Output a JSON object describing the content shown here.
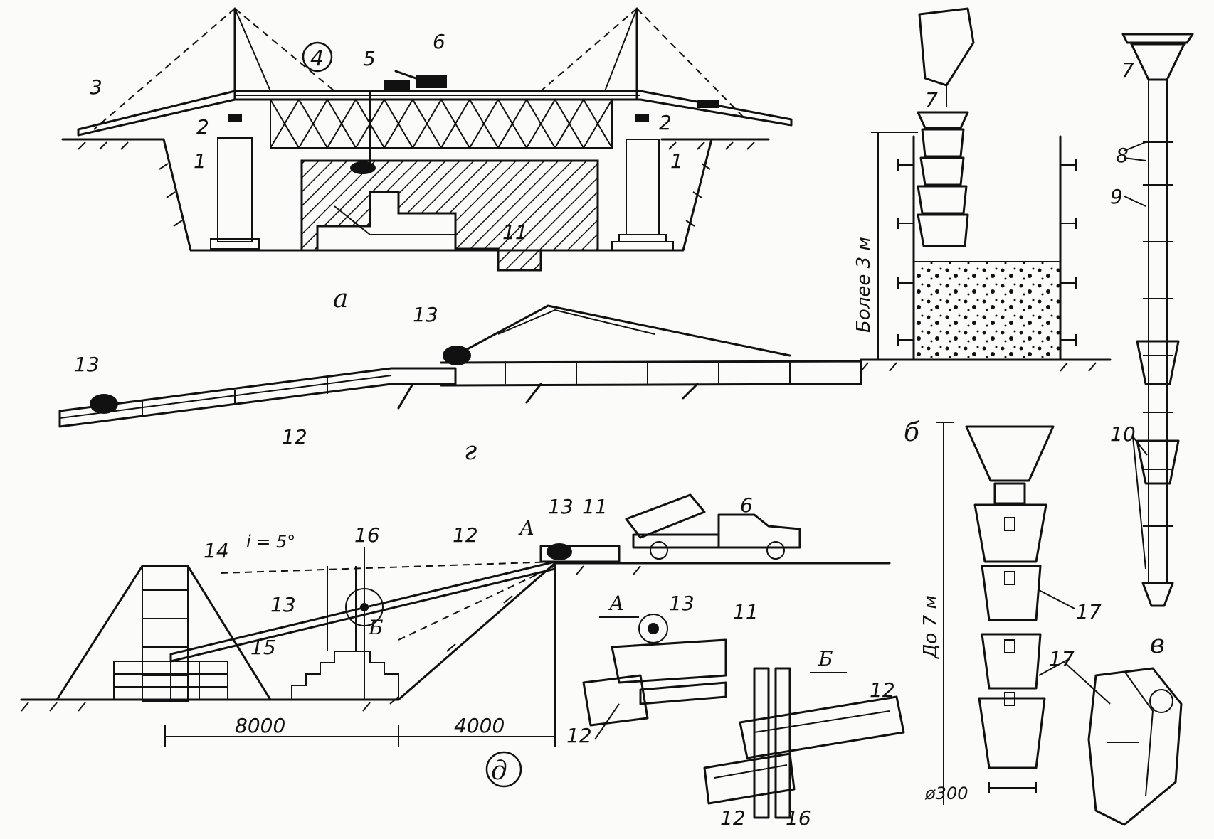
{
  "figure": {
    "parts": [
      {
        "key": "a",
        "letter": "а"
      },
      {
        "key": "b",
        "letter": "б"
      },
      {
        "key": "v",
        "letter": "в"
      },
      {
        "key": "g",
        "letter": "г"
      },
      {
        "key": "d",
        "letter": "д"
      }
    ],
    "callouts": {
      "c1a": "1",
      "c1b": "1",
      "c2a": "2",
      "c2b": "2",
      "c3": "3",
      "c4": "4",
      "c5": "5",
      "c6a": "6",
      "c6b": "6",
      "c7a": "7",
      "c7b": "7",
      "c8": "8",
      "c9": "9",
      "c10": "10",
      "c11a": "11",
      "c11b": "11",
      "c11c": "11",
      "c12a": "12",
      "c12b": "12",
      "c12c": "12",
      "c12d": "12",
      "c12e": "12",
      "c13a": "13",
      "c13b": "13",
      "c13c": "13",
      "c13d": "13",
      "c13e": "13",
      "c14": "14",
      "c15": "15",
      "c16a": "16",
      "c16b": "16",
      "c17a": "17",
      "c17b": "17"
    },
    "section_marks": {
      "A1": "А",
      "A2": "А",
      "B1": "Б",
      "B2": "Б"
    },
    "dimensions": {
      "height_more": "Более 3 м",
      "height_upto": "До 7 м",
      "diameter": "ø300",
      "dim_8000": "8000",
      "dim_4000": "4000",
      "slope": "i = 5°"
    }
  },
  "colors": {
    "ink": "#111111",
    "paper": "#fbfbfa"
  }
}
